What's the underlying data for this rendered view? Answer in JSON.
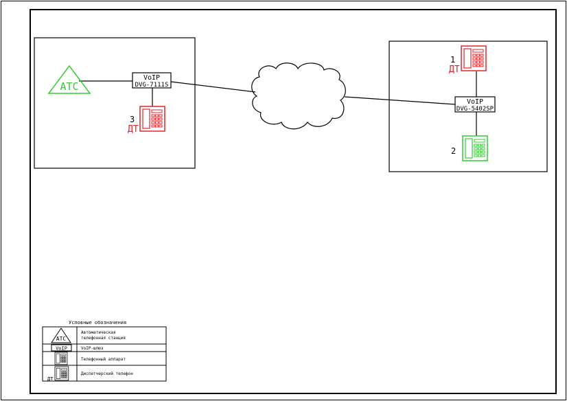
{
  "colors": {
    "red": "#e0262b",
    "green": "#33cc33",
    "line": "#000000"
  },
  "left_site": {
    "pbx_label": "АТС",
    "gateway": {
      "line1": "VoIP",
      "line2": "DVG-7111S"
    },
    "phone": {
      "number": "3",
      "tag": "ДТ"
    }
  },
  "right_site": {
    "gateway": {
      "line1": "VoIP",
      "line2": "DVG-5402SP"
    },
    "phone1": {
      "number": "1",
      "tag": "ДТ"
    },
    "phone2": {
      "number": "2"
    }
  },
  "legend": {
    "title": "Условные обозначения",
    "pbx_symbol": "АТС",
    "gateway_symbol": "VoIP",
    "dispatcher_symbol": "ДТ",
    "rows": [
      {
        "desc1": "Автоматическая",
        "desc2": "телефонная станция"
      },
      {
        "desc1": "VoIP-шлюз"
      },
      {
        "desc1": "Телефонный аппарат"
      },
      {
        "desc1": "Диспетчерский телефон"
      }
    ]
  }
}
